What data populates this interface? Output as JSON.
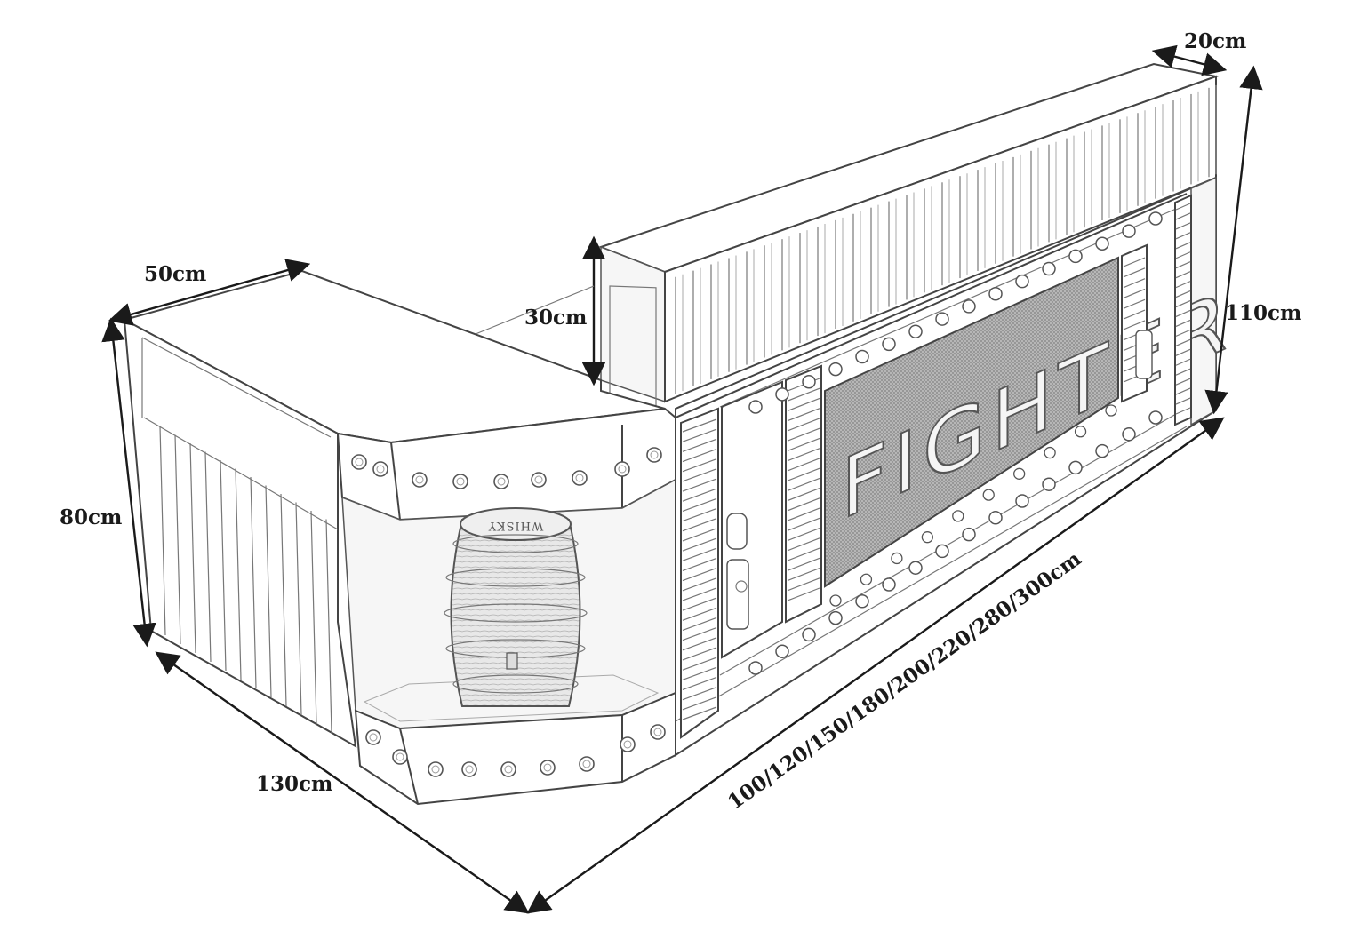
{
  "diagram": {
    "object": "container-style bar counter",
    "sign_text": "FIGHTER",
    "barrel_text": "WHISKY",
    "dimensions": {
      "top_depth": "50cm",
      "side_height": "80cm",
      "side_length": "130cm",
      "step_height": "30cm",
      "top_width": "20cm",
      "total_height": "110cm",
      "front_length": "100/120/150/180/200/220/280/300cm"
    }
  }
}
